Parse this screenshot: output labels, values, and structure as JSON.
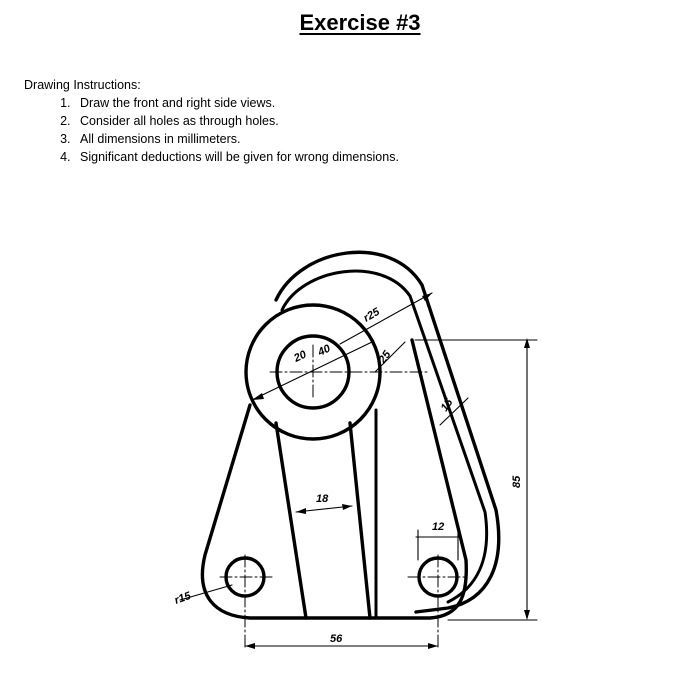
{
  "page": {
    "title": "Exercise #3",
    "instructions_heading": "Drawing Instructions:",
    "instructions": [
      "Draw the front and right side views.",
      "Consider all holes as through holes.",
      "All dimensions in millimeters.",
      "Significant deductions will be given for wrong dimensions."
    ]
  },
  "drawing": {
    "dimensions": {
      "hole_dia": "20",
      "boss_dia": "40",
      "radius_top": "r25",
      "offset": "25",
      "thickness": "15",
      "height": "85",
      "arm_width": "18",
      "slot_width": "12",
      "radius_base": "r15",
      "base_width": "56"
    }
  }
}
